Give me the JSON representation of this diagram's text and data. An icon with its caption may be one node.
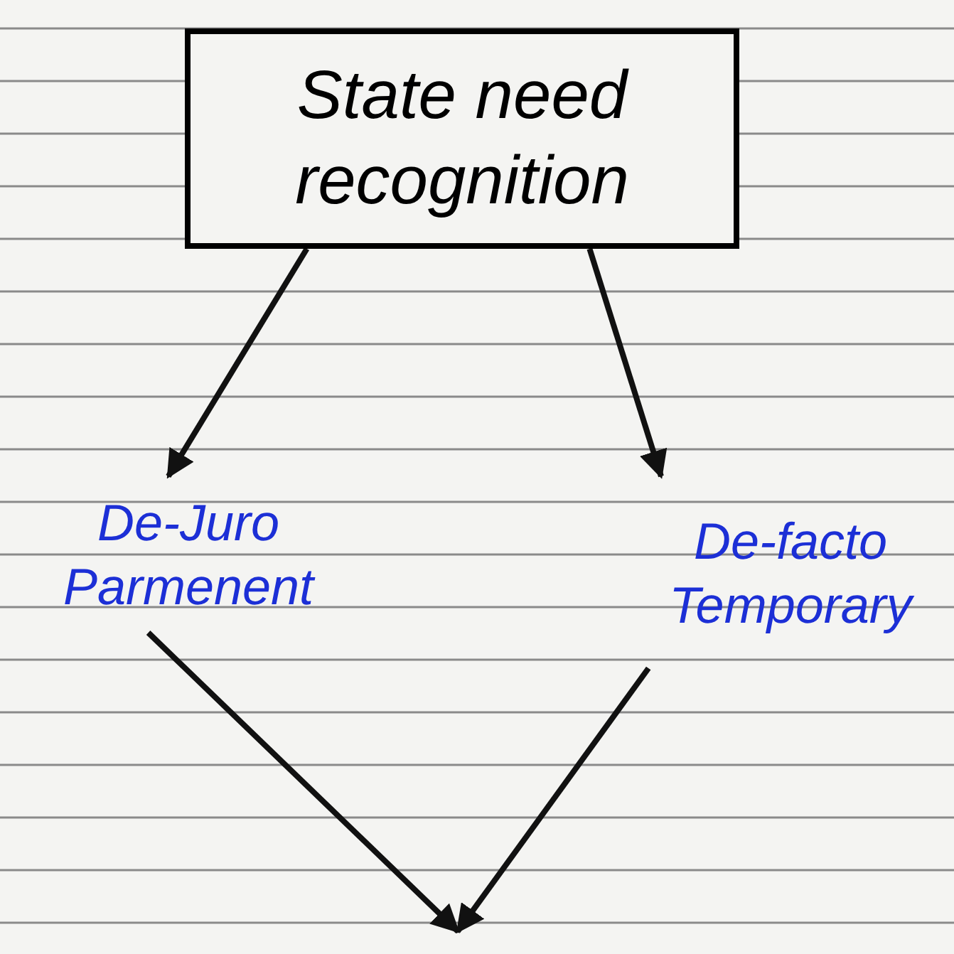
{
  "diagram": {
    "nodes": [
      {
        "text": [
          "State need recognition"
        ]
      },
      {
        "text": [
          "De-Juro Parmenent"
        ]
      },
      {
        "text": [
          "De-facto Temporary"
        ]
      }
    ],
    "edges": [
      {
        "from": 0,
        "to": 1,
        "arrow": "to"
      },
      {
        "from": 0,
        "to": 2,
        "arrow": "to"
      },
      {
        "from": 1,
        "to": null,
        "arrow": "to"
      },
      {
        "from": 2,
        "to": null,
        "arrow": "to"
      }
    ]
  }
}
